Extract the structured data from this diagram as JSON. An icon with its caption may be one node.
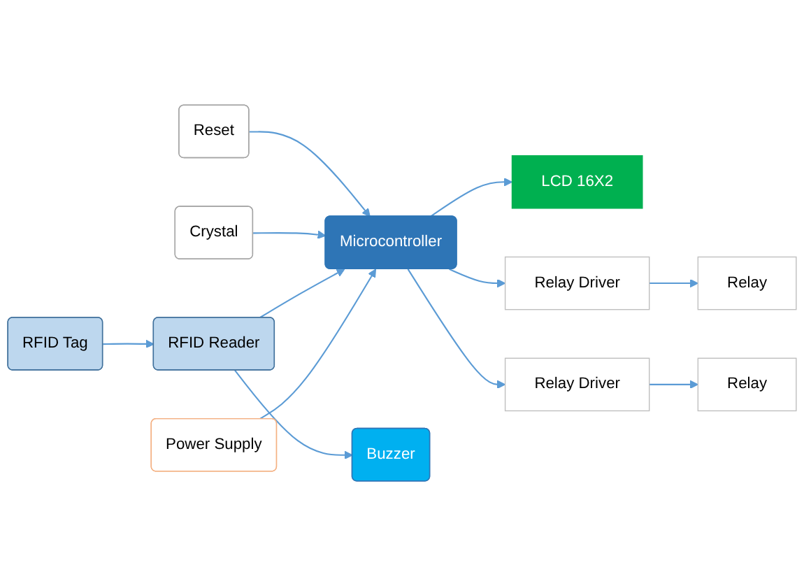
{
  "diagram": {
    "nodes": [
      {
        "text": [
          "LCD 16X2"
        ]
      },
      {
        "text": [
          "Power Supply"
        ]
      },
      {
        "text": [
          "Microcontroller"
        ]
      },
      {
        "text": [
          "Relay Driver"
        ]
      },
      {
        "text": [
          "Relay"
        ]
      },
      {
        "text": [
          "Relay Driver"
        ]
      },
      {
        "text": [
          "Relay"
        ]
      },
      {
        "text": [
          "RFID Tag"
        ]
      },
      {
        "text": [
          "RFID Reader"
        ]
      },
      {
        "text": [
          "Buzzer"
        ]
      },
      {
        "text": [
          "Crystal"
        ]
      },
      {
        "text": [
          "Reset"
        ]
      }
    ],
    "edges": [
      {
        "from": 2,
        "to": 0,
        "arrow": "to"
      },
      {
        "from": 1,
        "to": 2,
        "arrow": "to"
      },
      {
        "from": 2,
        "to": 3,
        "arrow": "to"
      },
      {
        "from": 3,
        "to": 4,
        "arrow": "to"
      },
      {
        "from": 2,
        "to": 5,
        "arrow": "to"
      },
      {
        "from": 5,
        "to": 6,
        "arrow": "to"
      },
      {
        "from": 7,
        "to": 8,
        "arrow": "to"
      },
      {
        "from": 8,
        "to": 2,
        "arrow": "to"
      },
      {
        "from": 8,
        "to": 9,
        "arrow": "to"
      },
      {
        "from": 10,
        "to": 2,
        "arrow": "to"
      },
      {
        "from": 11,
        "to": 2,
        "arrow": "to"
      }
    ]
  }
}
